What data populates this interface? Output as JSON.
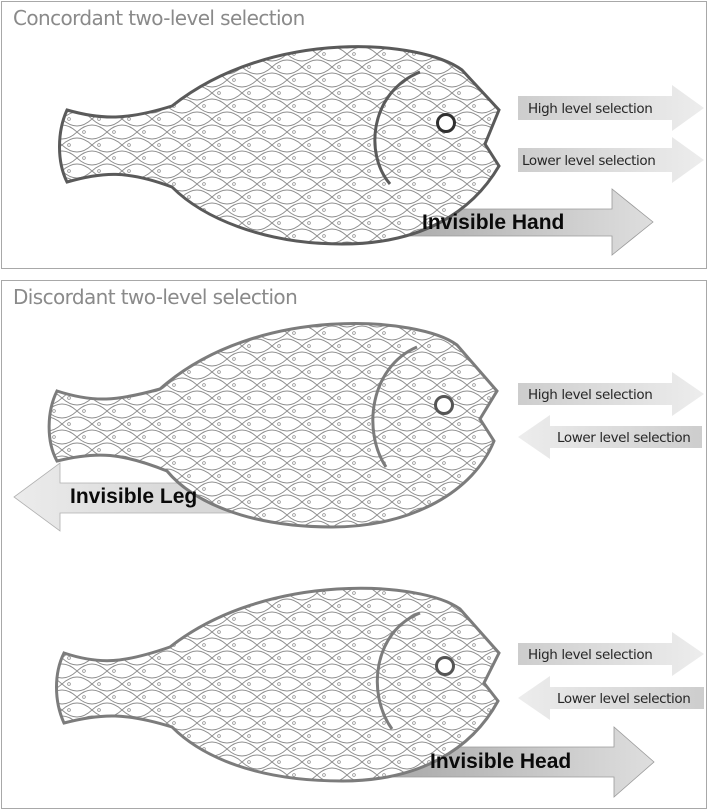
{
  "panels": {
    "concordant": {
      "title": "Concordant two-level selection",
      "high_label": "High level selection",
      "lower_label": "Lower level selection",
      "hand_label": "Invisible Hand"
    },
    "discordant": {
      "title": "Discordant two-level selection",
      "leg_example": {
        "high_label": "High level selection",
        "lower_label": "Lower level selection",
        "leg_label": "Invisible Leg"
      },
      "head_example": {
        "high_label": "High level selection",
        "lower_label": "Lower level selection",
        "head_label": "Invisible Head"
      }
    }
  },
  "colors": {
    "fish_outline_dark": "#5a5a5a",
    "fish_outline_light": "#7c7c7c",
    "fish_eye_ring": "#303030",
    "scale_line": "#888888",
    "small_arrow_fill": "#d6d6d6",
    "big_arrow_fill": "#b4b4b4"
  }
}
